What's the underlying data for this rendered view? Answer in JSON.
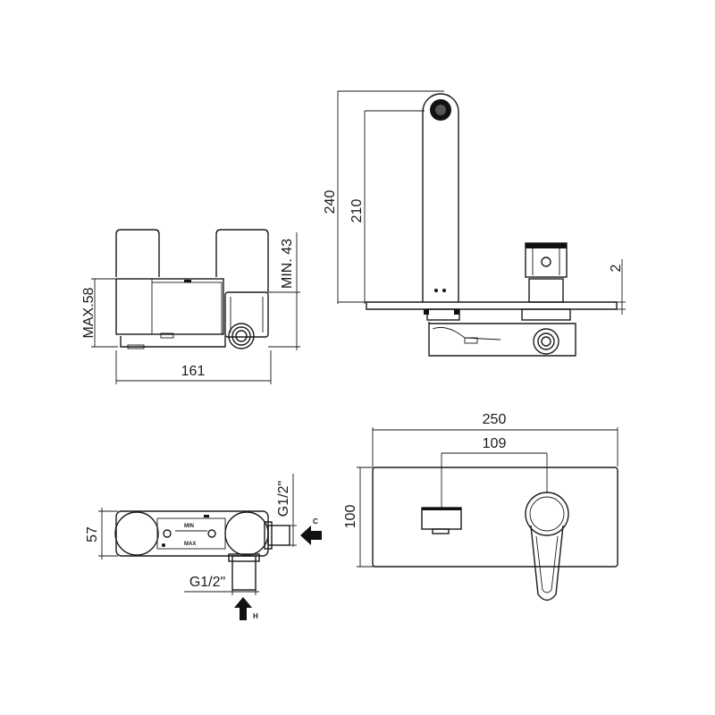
{
  "dimensions": {
    "front_width": "161",
    "front_max_depth": "MAX.58",
    "front_min_depth": "MIN. 43",
    "side_height_total": "240",
    "side_height_spout": "210",
    "side_plate_thickness": "2",
    "top_depth": "57",
    "top_inlet_cold": "G1/2\"",
    "top_inlet_hot": "G1/2\"",
    "plate_width": "250",
    "plate_height": "100",
    "plate_center_distance": "109"
  },
  "labels": {
    "body_min": "MIN",
    "body_max": "MAX",
    "cold": "C",
    "hot": "H"
  }
}
